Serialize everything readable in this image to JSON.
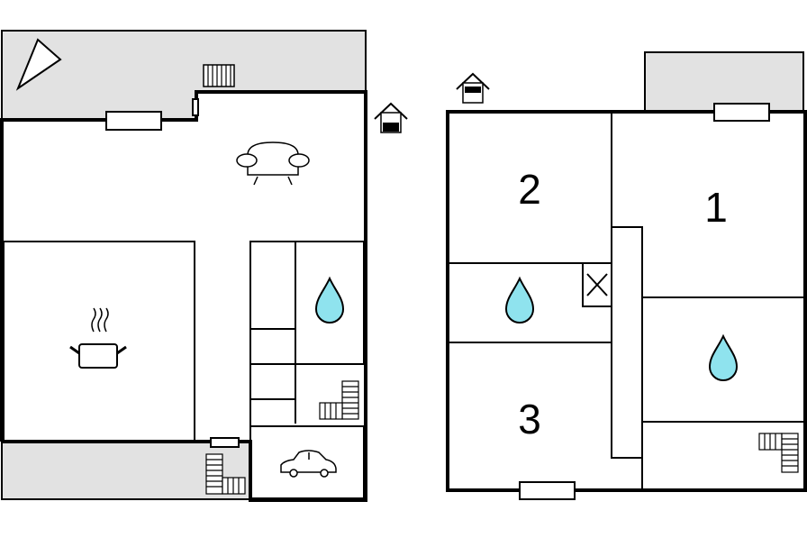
{
  "floor_plan": {
    "rooms": [
      {
        "label": "1",
        "kind": "bedroom"
      },
      {
        "label": "2",
        "kind": "bedroom"
      },
      {
        "label": "3",
        "kind": "bedroom"
      }
    ],
    "icons": [
      "compass-icon",
      "sofa-icon",
      "cooking-pot-icon",
      "water-drop-icon",
      "stairs-icon",
      "car-icon",
      "house-entrance-icon"
    ],
    "colors": {
      "terrace": "#e2e2e2",
      "water": "#8fe3ee",
      "wall": "#000000"
    }
  }
}
